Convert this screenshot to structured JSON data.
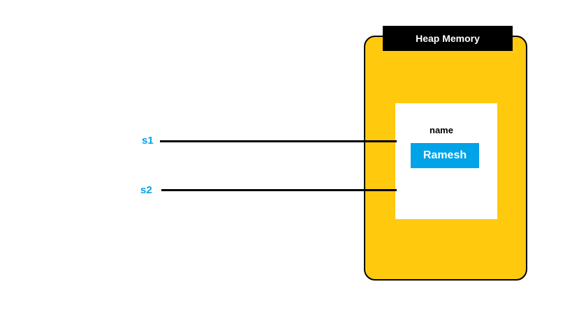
{
  "heap": {
    "title": "Heap Memory",
    "color": "#FFC90E"
  },
  "object": {
    "field_name": "name",
    "field_value": "Ramesh",
    "value_color": "#00A2E8"
  },
  "references": [
    {
      "label": "s1"
    },
    {
      "label": "s2"
    }
  ],
  "reference_color": "#00A2E8"
}
